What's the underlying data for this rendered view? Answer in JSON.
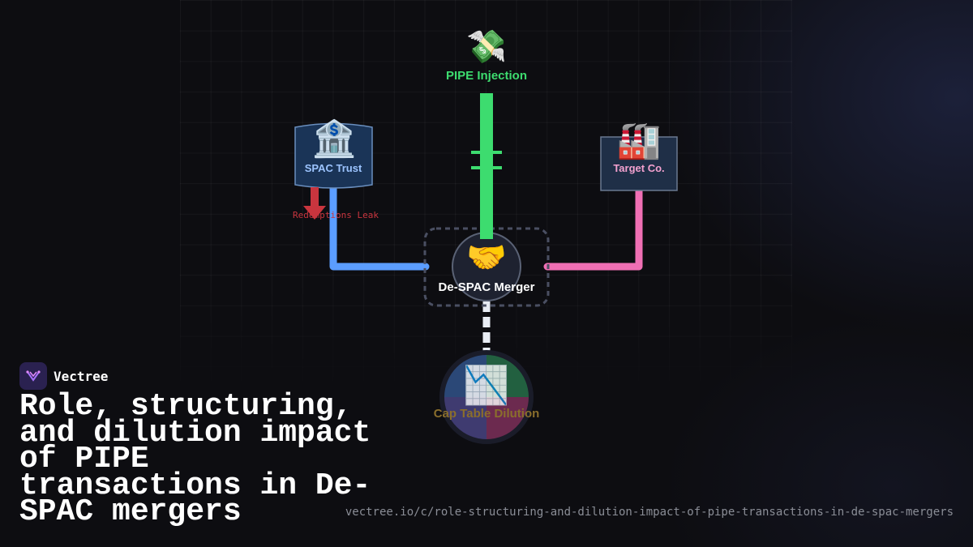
{
  "brand": {
    "name": "Vectree"
  },
  "title": "Role, structuring, and dilution impact of PIPE transactions in De-SPAC mergers",
  "url": "vectree.io/c/role-structuring-and-dilution-impact-of-pipe-transactions-in-de-spac-mergers",
  "nodes": {
    "pipe": {
      "label": "PIPE Injection",
      "icon": "money-with-wings-icon",
      "glyph": "💸"
    },
    "spac_trust": {
      "label": "SPAC Trust",
      "icon": "bank-icon",
      "glyph": "🏦"
    },
    "target": {
      "label": "Target Co.",
      "icon": "factory-icon",
      "glyph": "🏭"
    },
    "merger": {
      "label": "De-SPAC Merger",
      "icon": "handshake-icon",
      "glyph": "🤝"
    },
    "cap_table": {
      "label": "Cap Table Dilution",
      "icon": "chart-decreasing-icon",
      "glyph": "📉"
    }
  },
  "annotations": {
    "redemptions": "Redemptions Leak"
  },
  "colors": {
    "pipe": "#3ddc6f",
    "spac": "#5b9dff",
    "target": "#f06fb4",
    "redemption": "#c9353e",
    "cap_table": "#9a7a2a"
  }
}
